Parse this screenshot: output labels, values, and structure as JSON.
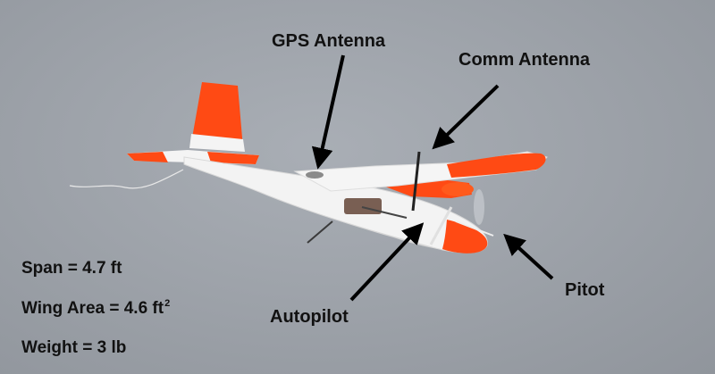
{
  "callouts": {
    "gps_antenna": "GPS Antenna",
    "comm_antenna": "Comm Antenna",
    "autopilot": "Autopilot",
    "pitot": "Pitot"
  },
  "specs": {
    "span": "Span = 4.7 ft",
    "wing_area": "Wing Area = 4.6 ft",
    "wing_area_exponent": "2",
    "weight": "Weight =  3 lb"
  },
  "colors": {
    "sky": "#9ea3aa",
    "fuselage": "#f2f2f2",
    "accent_orange": "#ff4a14",
    "text": "#111111"
  }
}
